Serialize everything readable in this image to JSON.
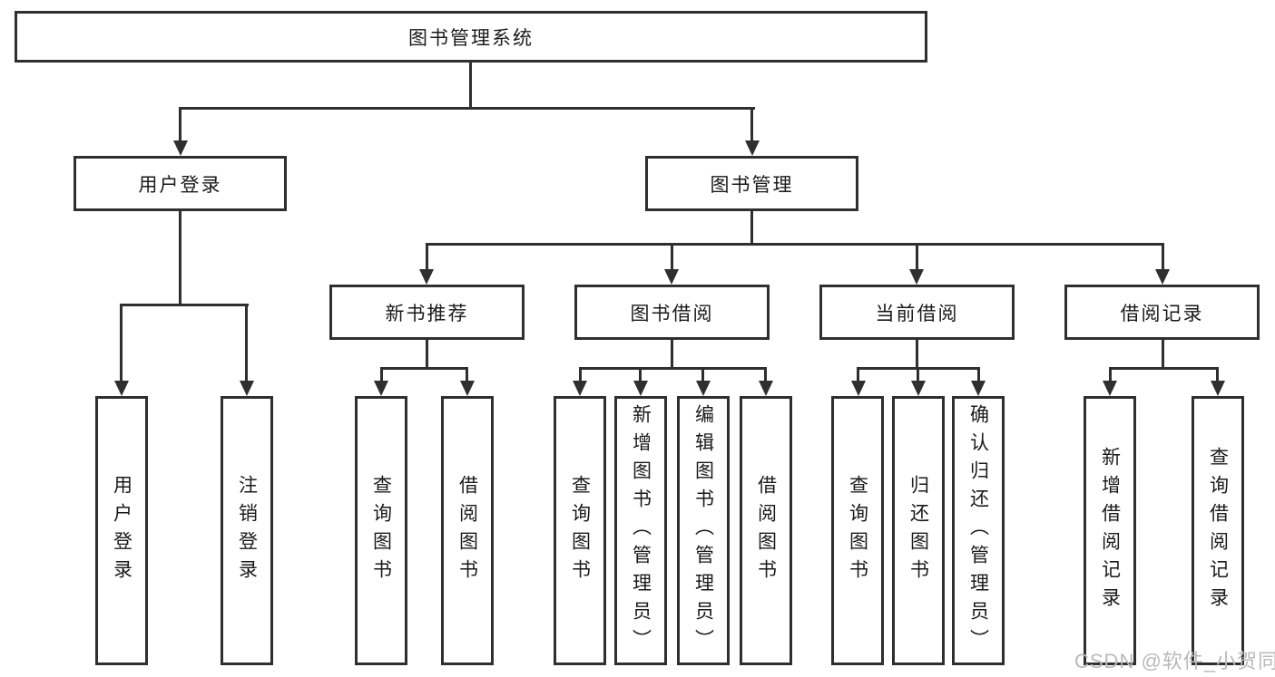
{
  "diagram": {
    "stroke_color": "#2f2f2f",
    "text_color": "#1a1a1a",
    "root": {
      "label": "图书管理系统"
    },
    "level2": [
      {
        "label": "用户登录"
      },
      {
        "label": "图书管理"
      }
    ],
    "level3": [
      {
        "label": "新书推荐"
      },
      {
        "label": "图书借阅"
      },
      {
        "label": "当前借阅"
      },
      {
        "label": "借阅记录"
      }
    ],
    "leaves": {
      "login_group": [
        {
          "label": "用户登录"
        },
        {
          "label": "注销登录"
        }
      ],
      "recommend_group": [
        {
          "label": "查询图书"
        },
        {
          "label": "借阅图书"
        }
      ],
      "borrow_group": [
        {
          "label": "查询图书"
        },
        {
          "label": "新增图书（管理员）"
        },
        {
          "label": "编辑图书（管理员）"
        },
        {
          "label": "借阅图书"
        }
      ],
      "current_group": [
        {
          "label": "查询图书"
        },
        {
          "label": "归还图书"
        },
        {
          "label": "确认归还（管理员）"
        }
      ],
      "records_group": [
        {
          "label": "新增借阅记录"
        },
        {
          "label": "查询借阅记录"
        }
      ]
    }
  },
  "watermark": {
    "text": "CSDN @软件_小贺同学",
    "color": "#b9b9b9"
  }
}
